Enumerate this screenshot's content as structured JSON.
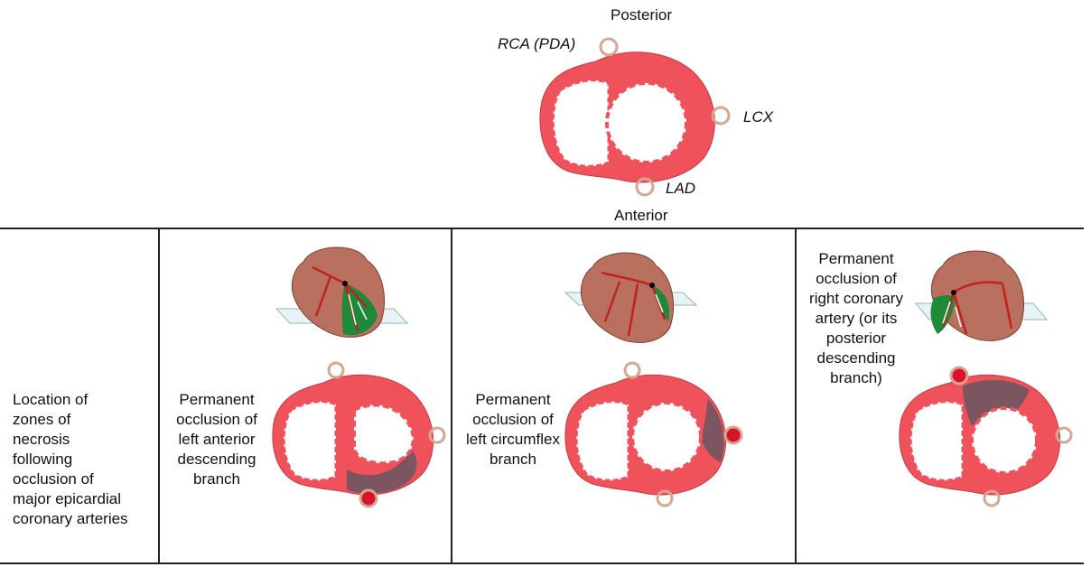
{
  "top": {
    "posterior": "Posterior",
    "anterior": "Anterior",
    "rca": "RCA (PDA)",
    "lcx": "LCX",
    "lad": "LAD"
  },
  "row": {
    "heading": [
      "Location of",
      "zones of",
      "necrosis",
      "following",
      "occlusion of",
      "major epicardial",
      "coronary arteries"
    ],
    "lad_caption": [
      "Permanent",
      "occlusion of",
      "left anterior",
      "descending",
      "branch"
    ],
    "lcx_caption": [
      "Permanent",
      "occlusion of",
      "left circumflex",
      "branch"
    ],
    "rca_caption": [
      "Permanent",
      "occlusion of",
      "right coronary",
      "artery (or its",
      "posterior",
      "descending",
      "branch)"
    ]
  },
  "colors": {
    "myocardium": "#f0525c",
    "necrosis": "#7b5560",
    "vessel_ring": "#d3a890",
    "occluded_vessel": "#d8132c",
    "heart_body": "#b9705e",
    "infarct_green": "#1d8a3a",
    "lines": "#222222"
  },
  "icons": [
    "heart-illustration-icon",
    "vessel-ring-icon",
    "occluded-vessel-icon"
  ]
}
